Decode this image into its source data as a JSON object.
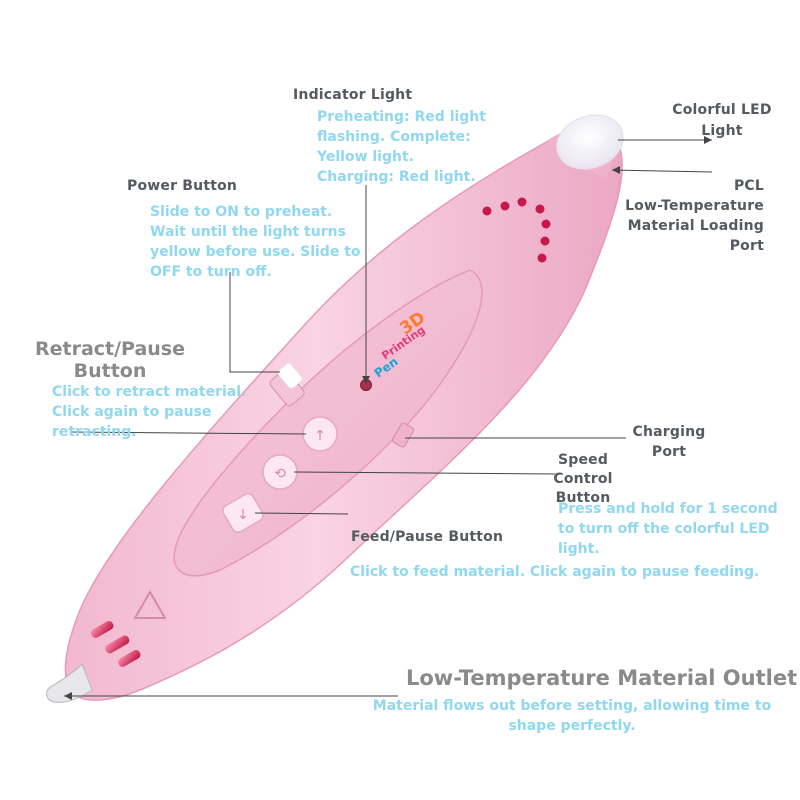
{
  "labels": {
    "indicator": {
      "title": "Indicator Light",
      "desc": "Preheating: Red light\nflashing. Complete:\nYellow light.\nCharging: Red light."
    },
    "power": {
      "title": "Power Button",
      "desc": "Slide to ON to preheat.\nWait until the light turns\nyellow before use. Slide to\nOFF to turn off."
    },
    "retract": {
      "title": "Retract/Pause\nButton",
      "desc": "Click to retract material.\nClick again to pause\nretracting."
    },
    "led": {
      "title": "Colorful LED\nLight"
    },
    "pcl": {
      "title": "PCL\nLow-Temperature\nMaterial Loading\nPort"
    },
    "charging": {
      "title": "Charging\nPort"
    },
    "speed": {
      "title": "Speed\nControl\nButton",
      "desc": "Press and hold for 1 second\nto turn off the colorful LED\nlight."
    },
    "feed": {
      "title": "Feed/Pause Button",
      "desc": "Click to feed material. Click again to pause feeding."
    },
    "outlet": {
      "title": "Low-Temperature Material Outlet",
      "desc": "Material flows out before setting, allowing time to\nshape perfectly."
    }
  },
  "pen_logo": [
    "3D",
    "Printing",
    "Pen"
  ],
  "colors": {
    "pen_body": "#f6c6d9",
    "pen_shadow": "#e79ab9",
    "vent": "#c8184a",
    "label_title": "#555a60",
    "label_desc": "#8fd8f0"
  }
}
